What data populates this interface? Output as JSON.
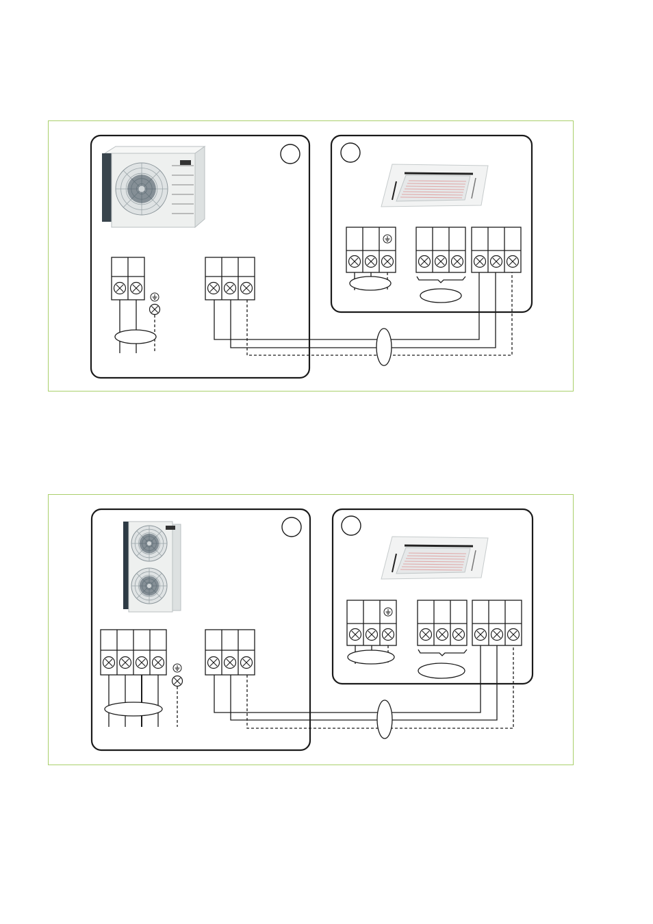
{
  "colors": {
    "panel_border": "#a9cf6a",
    "line": "#1a1a1a",
    "unit_body": "#eef0ef",
    "fan": "#3a4a55"
  },
  "diagrams": [
    {
      "outdoor_unit": {
        "image": "single-fan-outdoor-unit",
        "power_terminals": 2
      },
      "indoor_unit": {
        "image": "ceiling-cassette-unit"
      },
      "terminal_blocks": [
        "power-supply",
        "connection-to-indoor",
        "indoor-power",
        "indoor-remote",
        "indoor-connection"
      ]
    },
    {
      "outdoor_unit": {
        "image": "twin-fan-outdoor-unit",
        "power_terminals": 4
      },
      "indoor_unit": {
        "image": "ceiling-cassette-unit"
      },
      "terminal_blocks": [
        "power-supply",
        "connection-to-indoor",
        "indoor-power",
        "indoor-remote",
        "indoor-connection"
      ]
    }
  ]
}
